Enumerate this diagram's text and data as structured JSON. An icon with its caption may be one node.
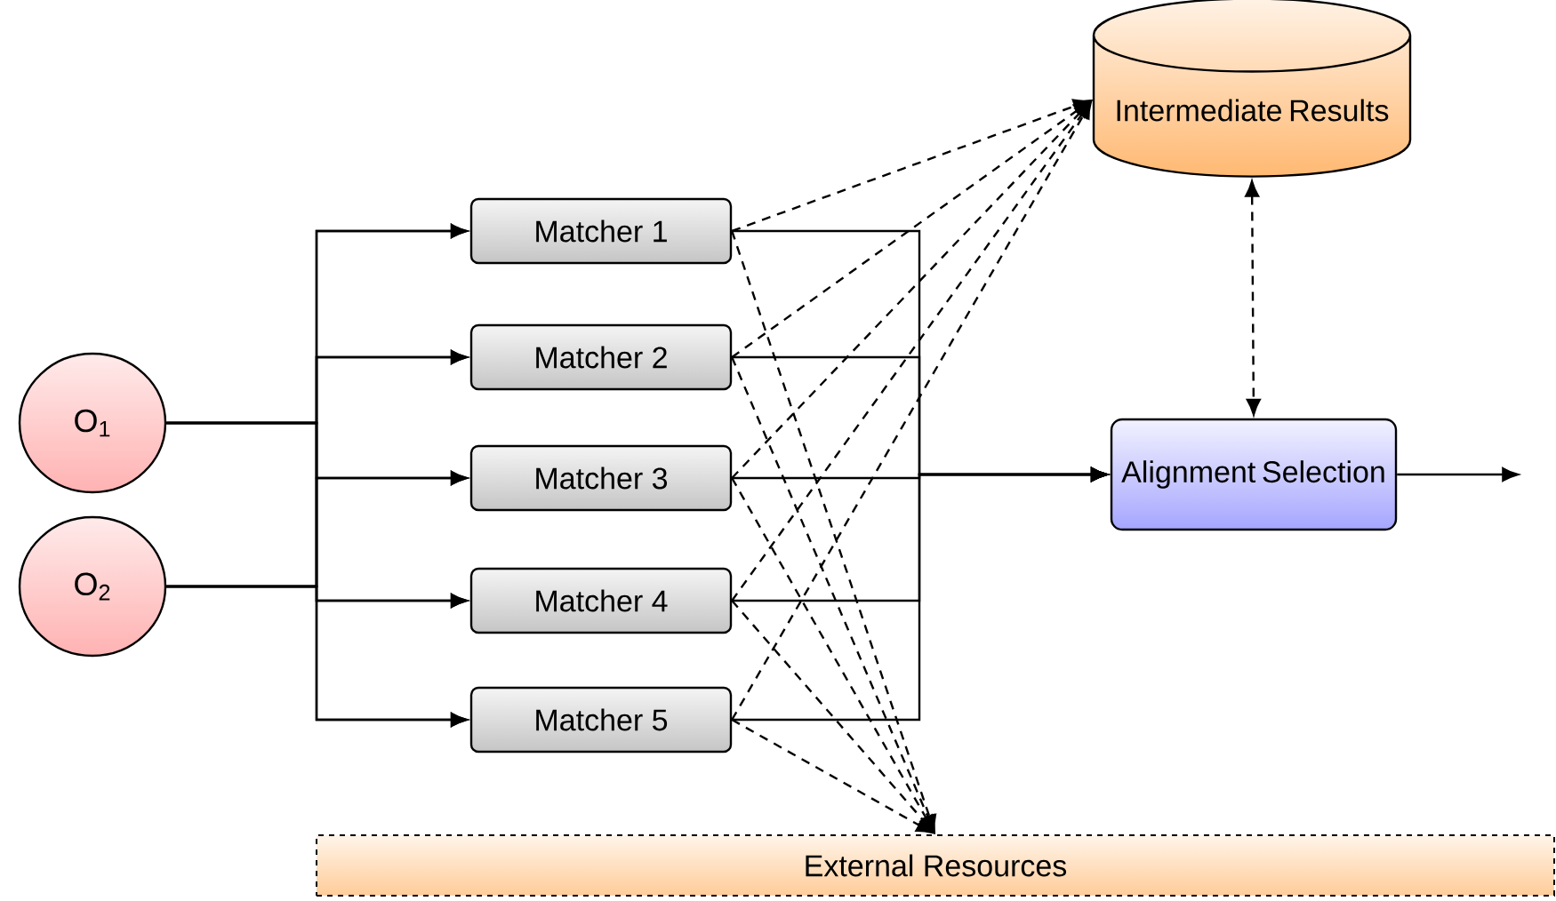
{
  "diagram": {
    "nodes": [
      {
        "text": [
          "O$_{1}$"
        ]
      },
      {
        "text": [
          "O$_{2}$"
        ]
      },
      {
        "text": [
          "Matcher 1"
        ]
      },
      {
        "text": [
          "Matcher 2"
        ]
      },
      {
        "text": [
          "Matcher 3"
        ]
      },
      {
        "text": [
          "Matcher 4"
        ]
      },
      {
        "text": [
          "Matcher 5"
        ]
      },
      {
        "text": [
          "Intermediate Results"
        ]
      },
      {
        "text": [
          "Alignment Selection"
        ]
      },
      {
        "text": [
          "External Resources"
        ]
      }
    ],
    "edges": [
      {
        "from": 0,
        "to": 2,
        "arrow": "to"
      },
      {
        "from": 0,
        "to": 3,
        "arrow": "to"
      },
      {
        "from": 0,
        "to": 4,
        "arrow": "to"
      },
      {
        "from": 0,
        "to": 5,
        "arrow": "to"
      },
      {
        "from": 0,
        "to": 6,
        "arrow": "to"
      },
      {
        "from": 1,
        "to": 2,
        "arrow": "to"
      },
      {
        "from": 1,
        "to": 3,
        "arrow": "to"
      },
      {
        "from": 1,
        "to": 4,
        "arrow": "to"
      },
      {
        "from": 1,
        "to": 5,
        "arrow": "to"
      },
      {
        "from": 1,
        "to": 6,
        "arrow": "to"
      },
      {
        "from": 2,
        "to": 8,
        "arrow": "to"
      },
      {
        "from": 3,
        "to": 8,
        "arrow": "to"
      },
      {
        "from": 4,
        "to": 8,
        "arrow": "to"
      },
      {
        "from": 5,
        "to": 8,
        "arrow": "to"
      },
      {
        "from": 6,
        "to": 8,
        "arrow": "to"
      },
      {
        "from": 2,
        "to": 7,
        "arrow": "to",
        "style": "dashed"
      },
      {
        "from": 3,
        "to": 7,
        "arrow": "to",
        "style": "dashed"
      },
      {
        "from": 4,
        "to": 7,
        "arrow": "to",
        "style": "dashed"
      },
      {
        "from": 5,
        "to": 7,
        "arrow": "to",
        "style": "dashed"
      },
      {
        "from": 6,
        "to": 7,
        "arrow": "to",
        "style": "dashed"
      },
      {
        "from": 2,
        "to": 9,
        "arrow": "to",
        "style": "dashed"
      },
      {
        "from": 3,
        "to": 9,
        "arrow": "to",
        "style": "dashed"
      },
      {
        "from": 4,
        "to": 9,
        "arrow": "to",
        "style": "dashed"
      },
      {
        "from": 5,
        "to": 9,
        "arrow": "to",
        "style": "dashed"
      },
      {
        "from": 6,
        "to": 9,
        "arrow": "to",
        "style": "dashed"
      },
      {
        "from": 7,
        "to": 8,
        "arrow": "both",
        "style": "dashed"
      },
      {
        "from": 8,
        "to": null,
        "arrow": "to"
      }
    ]
  }
}
